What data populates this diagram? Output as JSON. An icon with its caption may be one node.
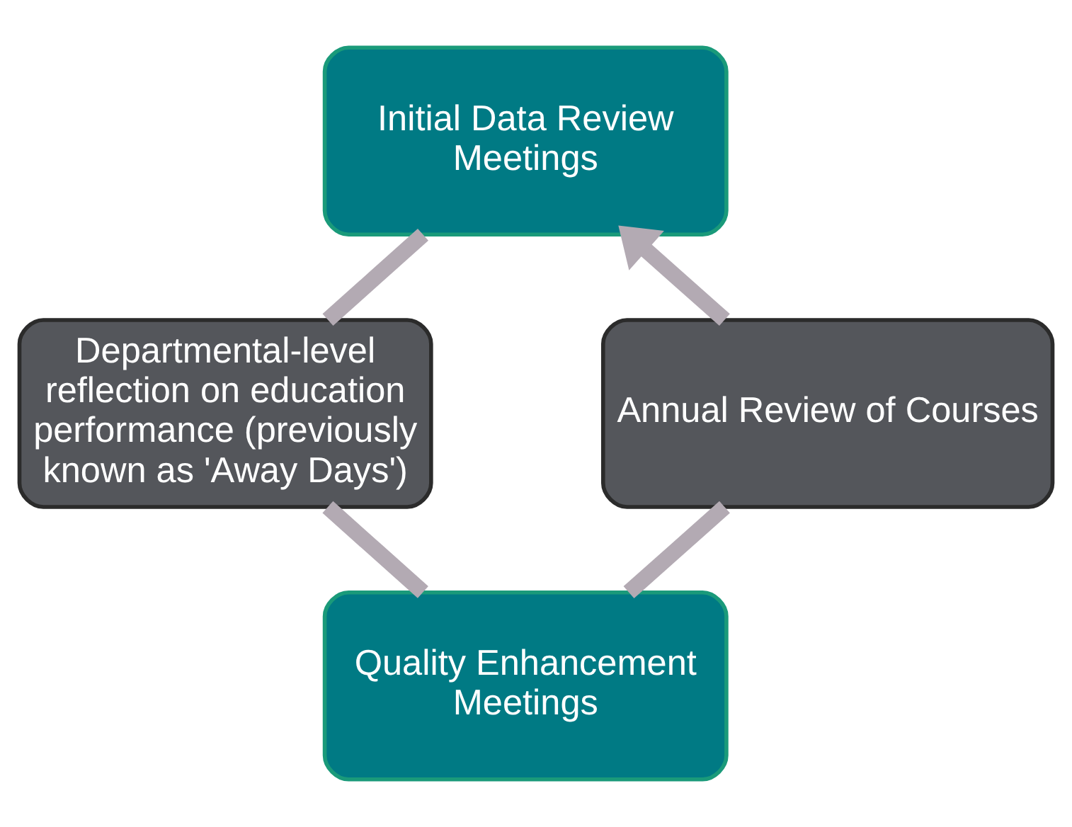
{
  "diagram": {
    "nodes": [
      {
        "text": [
          "Initial Data Review Meetings"
        ]
      },
      {
        "text": [
          "Departmental-level reflection on education performance (previously known as 'Away Days')"
        ]
      },
      {
        "text": [
          "Quality Enhancement Meetings"
        ]
      },
      {
        "text": [
          "Annual Review of Courses"
        ]
      }
    ],
    "edges": [
      {
        "from": 0,
        "to": 1,
        "arrow": "none"
      },
      {
        "from": 1,
        "to": 2,
        "arrow": "none"
      },
      {
        "from": 2,
        "to": 3,
        "arrow": "none"
      },
      {
        "from": 3,
        "to": 0,
        "arrow": "to"
      }
    ]
  }
}
